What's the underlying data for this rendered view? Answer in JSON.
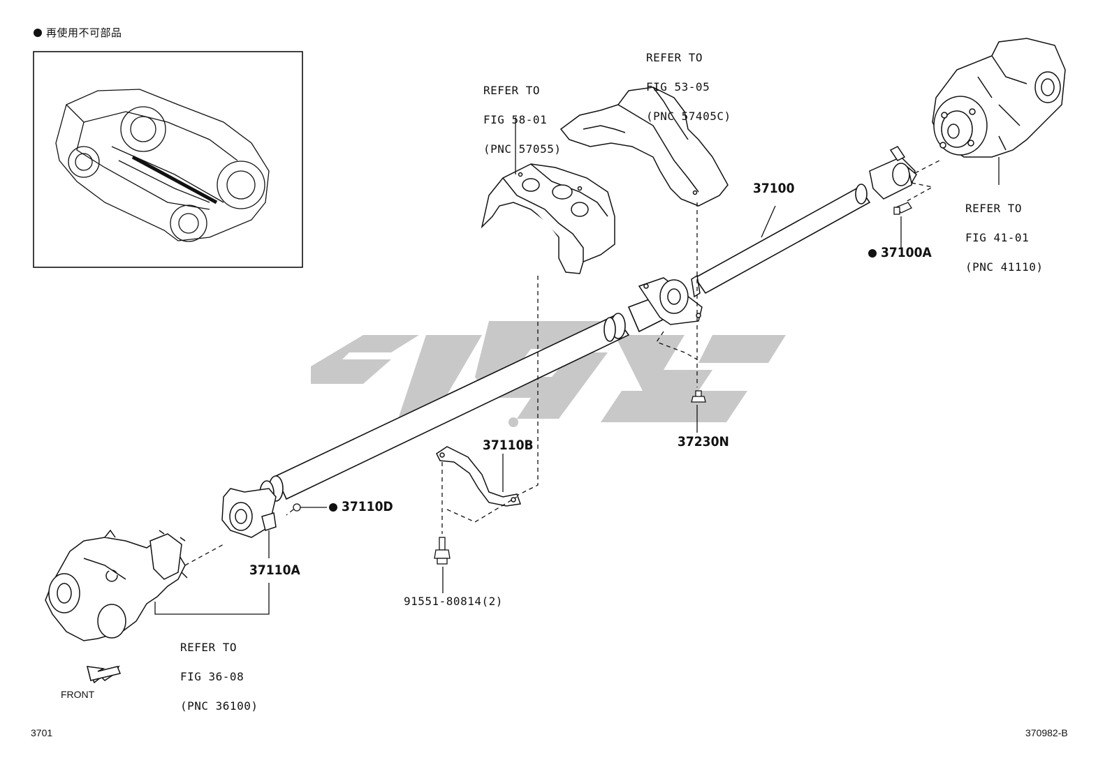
{
  "legend": {
    "text": "再使用不可部品"
  },
  "parts": {
    "shaft_main": "37100",
    "bolt_rear": "37100A",
    "joint_front": "37110A",
    "bracket": "37110B",
    "nut_front": "37110D",
    "bolt_bearing": "37230N",
    "bolt_bracket": "91551-80814(2)"
  },
  "refers": {
    "heat_insulator_front": {
      "l1": "REFER TO",
      "l2": "FIG 58-01",
      "l3": "(PNC 57055)"
    },
    "heat_insulator_rear": {
      "l1": "REFER TO",
      "l2": "FIG 53-05",
      "l3": "(PNC 57405C)"
    },
    "differential": {
      "l1": "REFER TO",
      "l2": "FIG 41-01",
      "l3": "(PNC 41110)"
    },
    "transfer": {
      "l1": "REFER TO",
      "l2": "FIG 36-08",
      "l3": "(PNC 36100)"
    }
  },
  "front_label": "FRONT",
  "footer": {
    "left": "3701",
    "right": "370982-B"
  },
  "colors": {
    "line": "#111111",
    "watermark": "#c8c8c8"
  }
}
